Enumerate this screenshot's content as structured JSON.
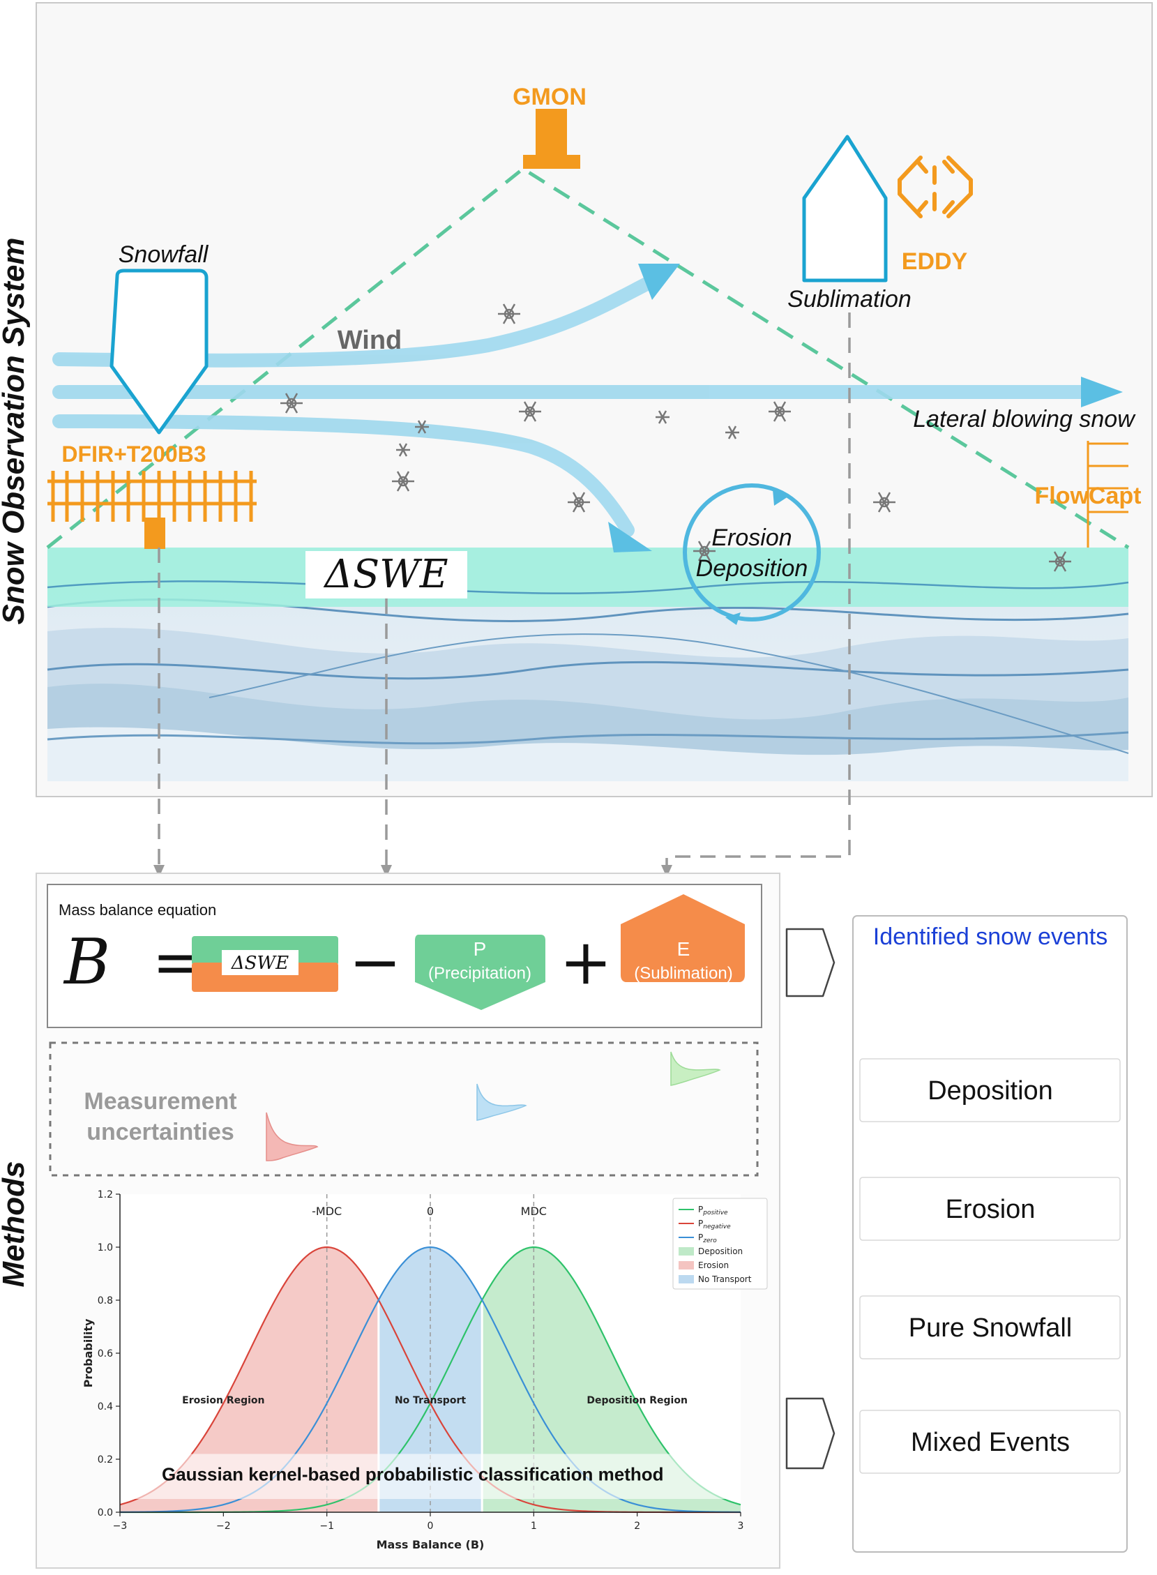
{
  "top_panel": {
    "side_label": "Snow Observation System",
    "gmon_label": "GMON",
    "eddy_label": "EDDY",
    "snowfall_label": "Snowfall",
    "sublimation_label": "Sublimation",
    "wind_label": "Wind",
    "lateral_label": "Lateral blowing snow",
    "dfir_label": "DFIR+T200B3",
    "flowcapt_label": "FlowCapt",
    "erosion_label": "Erosion",
    "deposition_label": "Deposition",
    "dswe_label": "ΔSWE"
  },
  "methods_panel": {
    "side_label": "Methods",
    "equation_title": "Mass balance equation",
    "b_symbol": "B",
    "equals": "=",
    "minus": "−",
    "plus": "+",
    "dswe_box": "ΔSWE",
    "p_title": "P",
    "p_sub": "(Precipitation)",
    "e_title": "E",
    "e_sub": "(Sublimation)",
    "uncert_line1": "Measurement",
    "uncert_line2": "uncertainties"
  },
  "events_panel": {
    "title": "Identified snow events",
    "items": [
      "Deposition",
      "Erosion",
      "Pure Snowfall",
      "Mixed Events"
    ]
  },
  "colors": {
    "orange": "#f39a1e",
    "blue_outline": "#1aa3d0",
    "green": "#6fcf97",
    "red": "#e05a4f",
    "blue_curve": "#3a8fd6",
    "events_title": "#1a3fd6"
  },
  "chart_data": {
    "type": "area",
    "xlabel": "Mass Balance (B)",
    "ylabel": "Probability",
    "xlim": [
      -3,
      3
    ],
    "ylim": [
      0,
      1.2
    ],
    "xticks": [
      -3,
      -2,
      -1,
      0,
      1,
      2,
      3
    ],
    "yticks": [
      0.0,
      0.2,
      0.4,
      0.6,
      0.8,
      1.0,
      1.2
    ],
    "sigma": 0.75,
    "series": [
      {
        "name": "P_positive",
        "center": 1,
        "color": "#2ec26a"
      },
      {
        "name": "P_negative",
        "center": -1,
        "color": "#d9443a"
      },
      {
        "name": "P_zero",
        "center": 0,
        "color": "#3a8fd6"
      }
    ],
    "regions": [
      {
        "name": "Deposition",
        "from": 0.5,
        "to": 3,
        "color": "#bfe9c8"
      },
      {
        "name": "Erosion",
        "from": -3,
        "to": -0.5,
        "color": "#f4c4c1"
      },
      {
        "name": "No Transport",
        "from": -0.5,
        "to": 0.5,
        "color": "#bcd9f0"
      }
    ],
    "vlines": [
      {
        "x": -1,
        "label": "-MDC"
      },
      {
        "x": 0,
        "label": "0"
      },
      {
        "x": 1,
        "label": "MDC"
      }
    ],
    "region_labels": [
      "Erosion Region",
      "No Transport",
      "Deposition Region"
    ],
    "legend": [
      "P_positive",
      "P_negative",
      "P_zero",
      "Deposition",
      "Erosion",
      "No Transport"
    ],
    "legend_placement": "top-right",
    "banner": "Gaussian kernel-based probabilistic classification method"
  }
}
